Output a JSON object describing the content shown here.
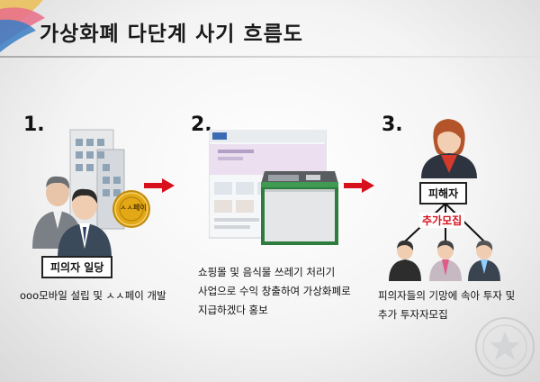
{
  "title": "가상화폐 다단계 사기 흐름도",
  "steps": [
    {
      "number": "1.",
      "label": "피의자 일당",
      "coin_text": "ㅅㅅ페이",
      "caption_lines": [
        "ooo모바일 설립 및 ㅅㅅ페이 개발"
      ]
    },
    {
      "number": "2.",
      "caption_lines": [
        "쇼핑몰 및 음식물 쓰레기 처리기",
        "사업으로 수익 창출하여 가상화폐로",
        "지급하겠다 홍보"
      ]
    },
    {
      "number": "3.",
      "label": "피해자",
      "recruit_label": "추가모집",
      "caption_lines": [
        "피의자들의 기망에 속아 투자 및",
        "추가 투자자모집"
      ]
    }
  ],
  "colors": {
    "arrow": "#d8101c",
    "recruit_text": "#d8101c",
    "coin": "#e3a816"
  }
}
